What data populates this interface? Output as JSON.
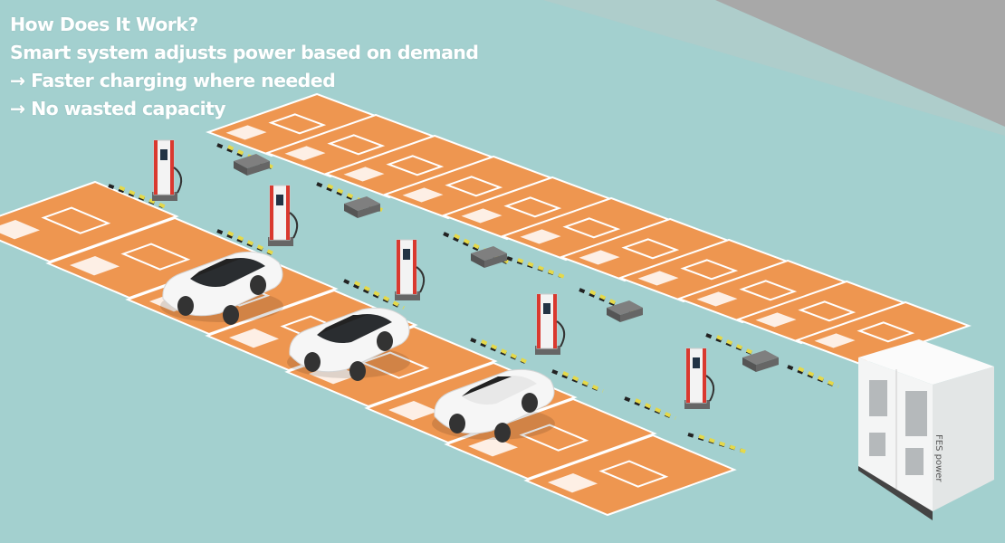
{
  "caption": {
    "title": "How Does It Work?",
    "line1": "Smart system adjusts power based on demand",
    "line2": "→ Faster charging where needed",
    "line3": "→ No wasted capacity"
  },
  "scene": {
    "back_row_spaces": 11,
    "front_row_spaces": 8,
    "chargers": 5,
    "cars": 3,
    "cabinet_brand": "FES power"
  },
  "colors": {
    "ground": "#a3d0cf",
    "space": "#ee9650",
    "wall": "#a5a5a5",
    "charger_red": "#d9392f"
  }
}
